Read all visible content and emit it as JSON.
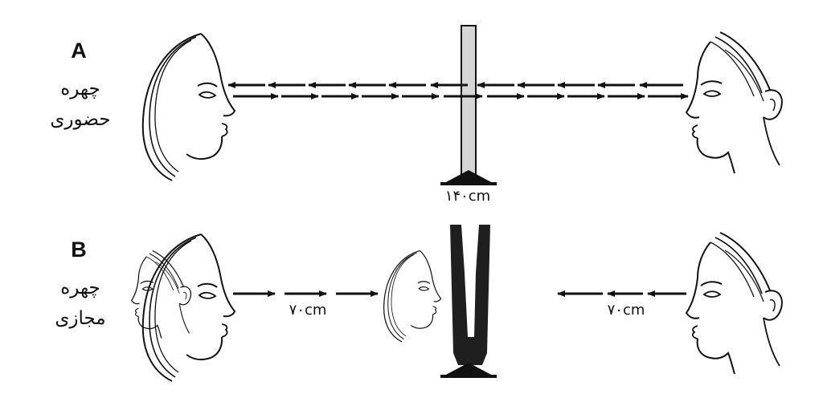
{
  "panels": {
    "a": {
      "letter": "A",
      "line1": "چهره",
      "line2": "حضوری",
      "distance": "۱۴۰cm"
    },
    "b": {
      "letter": "B",
      "line1": "چهره",
      "line2": "مجازی",
      "distance_left": "۷۰cm",
      "distance_right": "۷۰cm"
    }
  },
  "colors": {
    "ink": "#111111",
    "screen_fill": "#d6d6d6",
    "monitor": "#1f1f1f"
  }
}
